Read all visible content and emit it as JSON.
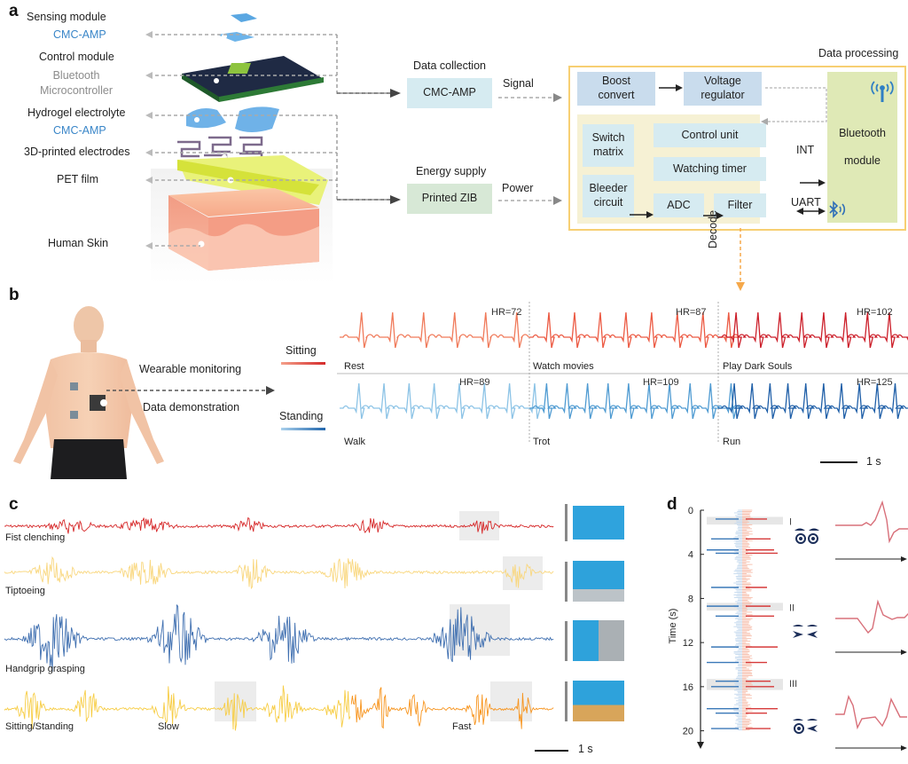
{
  "panels": {
    "a": {
      "letter": "a",
      "layers": [
        {
          "title": "Sensing module",
          "sub": "CMC-AMP",
          "sub_style": "blue"
        },
        {
          "title": "Control module",
          "sub": "Bluetooth Microcontroller",
          "sub_style": "gray"
        },
        {
          "title": "Hydrogel electrolyte",
          "sub": "CMC-AMP",
          "sub_style": "blue"
        },
        {
          "title": "3D-printed electrodes",
          "sub": "",
          "sub_style": ""
        },
        {
          "title": "PET film",
          "sub": "",
          "sub_style": ""
        },
        {
          "title": "Human Skin",
          "sub": "",
          "sub_style": ""
        }
      ],
      "bluetooth_line1": "Bluetooth",
      "bluetooth_line2": "Microcontroller",
      "data_collection": {
        "heading": "Data collection",
        "box": "CMC-AMP",
        "arrow_label": "Signal"
      },
      "energy_supply": {
        "heading": "Energy supply",
        "box": "Printed ZIB",
        "arrow_label": "Power"
      },
      "processing": {
        "heading": "Data processing",
        "boost_line1": "Boost",
        "boost_line2": "convert",
        "vreg_line1": "Voltage",
        "vreg_line2": "regulator",
        "switch_line1": "Switch",
        "switch_line2": "matrix",
        "control_unit": "Control unit",
        "watching_timer": "Watching timer",
        "bleeder_line1": "Bleeder",
        "bleeder_line2": "circuit",
        "adc": "ADC",
        "filter": "Filter",
        "int": "INT",
        "uart": "UART",
        "bt_line1": "Bluetooth",
        "bt_line2": "module"
      },
      "decode": "Decode"
    },
    "b": {
      "letter": "b",
      "wearable_monitoring": "Wearable monitoring",
      "data_demonstration": "Data demonstration",
      "legend": [
        {
          "name": "Sitting",
          "color_start": "#f4a08a",
          "color_end": "#d42a2a"
        },
        {
          "name": "Standing",
          "color_start": "#a9d0ec",
          "color_end": "#2166ac"
        }
      ],
      "scale_bar": "1 s"
    },
    "c": {
      "letter": "c",
      "scale_bar": "1 s",
      "extra_labels": {
        "slow": "Slow",
        "fast": "Fast"
      }
    },
    "d": {
      "letter": "d",
      "roman": [
        "I",
        "II",
        "III"
      ]
    }
  },
  "chart_data": [
    {
      "type": "line",
      "title": "ECG monitoring under different activities",
      "xlabel": "",
      "ylabel": "",
      "scale_bar": "1 s",
      "series": [
        {
          "name": "Rest",
          "group": "Sitting",
          "hr": 72,
          "hr_label": "HR=72",
          "color": "#f07a5a"
        },
        {
          "name": "Watch movies",
          "group": "Sitting",
          "hr": 87,
          "hr_label": "HR=87",
          "color": "#ec5a43"
        },
        {
          "name": "Play Dark Souls",
          "group": "Sitting",
          "hr": 102,
          "hr_label": "HR=102",
          "color": "#cc1f2a"
        },
        {
          "name": "Walk",
          "group": "Standing",
          "hr": 89,
          "hr_label": "HR=89",
          "color": "#8cc3e6"
        },
        {
          "name": "Trot",
          "group": "Standing",
          "hr": 109,
          "hr_label": "HR=109",
          "color": "#4f9bd2"
        },
        {
          "name": "Run",
          "group": "Standing",
          "hr": 125,
          "hr_label": "HR=125",
          "color": "#1f5fa8"
        }
      ]
    },
    {
      "type": "line",
      "title": "EMG signals",
      "xlabel": "",
      "ylabel": "",
      "scale_bar": "1 s",
      "series": [
        {
          "name": "Fist clenching",
          "color": "#d62728",
          "bursts": 5,
          "highlighted_burst": 5
        },
        {
          "name": "Tiptoeing",
          "color": "#f9d77e",
          "bursts": 5,
          "highlighted_burst": 5
        },
        {
          "name": "Handgrip grasping",
          "color": "#3f6fb0",
          "bursts": 4,
          "highlighted_burst": 4
        },
        {
          "name": "Sitting/Standing",
          "color_slow": "#f7cd45",
          "color_fast": "#f7941d",
          "segments": [
            "Slow",
            "Fast"
          ]
        }
      ]
    },
    {
      "type": "line",
      "title": "Eye movement signal",
      "ylabel": "Time (s)",
      "yticks": [
        0,
        4,
        8,
        12,
        16,
        20
      ],
      "ylim": [
        0,
        21
      ],
      "highlighted_windows": [
        {
          "label": "I",
          "range_s": [
            0.6,
            1.3
          ]
        },
        {
          "label": "II",
          "range_s": [
            8.4,
            9.1
          ]
        },
        {
          "label": "III",
          "range_s": [
            15.3,
            16.3
          ]
        }
      ]
    }
  ]
}
